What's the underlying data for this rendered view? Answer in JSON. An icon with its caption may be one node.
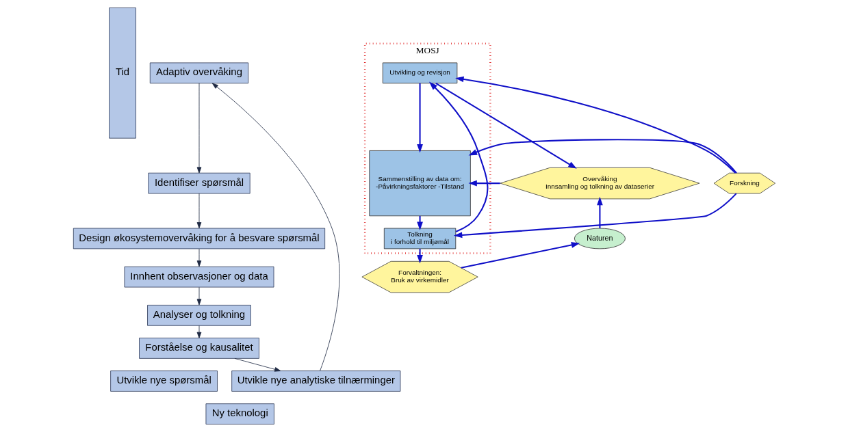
{
  "diagram": {
    "nodes": [
      {
        "text": [
          "Tid"
        ]
      },
      {
        "text": [
          "Adaptiv overvåking"
        ]
      },
      {
        "text": [
          "Identifiser spørsmål"
        ]
      },
      {
        "text": [
          "Design økosystemovervåking for å besvare spørsmål"
        ]
      },
      {
        "text": [
          "Innhent observasjoner og data"
        ]
      },
      {
        "text": [
          "Analyser og tolkning"
        ]
      },
      {
        "text": [
          "Forståelse og kausalitet"
        ]
      },
      {
        "text": [
          "Utvikle nye spørsmål"
        ]
      },
      {
        "text": [
          "Utvikle nye analytiske tilnærminger"
        ]
      },
      {
        "text": [
          "Ny teknologi"
        ]
      },
      {
        "text": [
          "MOSJ"
        ]
      },
      {
        "text": [
          "Utvikling og revisjon"
        ],
        "in": 10
      },
      {
        "text": [
          "Sammenstilling av data om:",
          "-Påvirkningsfaktorer -Tilstand"
        ],
        "in": 10
      },
      {
        "text": [
          "Tolkning",
          "i forhold til miljømål"
        ],
        "in": 10
      },
      {
        "text": [
          "Overvåking",
          "Innsamling og tolkning av dataserier"
        ]
      },
      {
        "text": [
          "Forskning"
        ]
      },
      {
        "text": [
          "Naturen"
        ]
      },
      {
        "text": [
          "Forvaltningen:",
          "Bruk av virkemidler"
        ]
      }
    ],
    "edges": [
      {
        "from": 1,
        "to": 2,
        "arrow": "to",
        "color": "#1f2a44"
      },
      {
        "from": 2,
        "to": 3,
        "arrow": "to",
        "color": "#1f2a44"
      },
      {
        "from": 3,
        "to": 4,
        "arrow": "to",
        "color": "#1f2a44"
      },
      {
        "from": 4,
        "to": 5,
        "arrow": "to",
        "color": "#1f2a44"
      },
      {
        "from": 5,
        "to": 6,
        "arrow": "to",
        "color": "#1f2a44"
      },
      {
        "from": 6,
        "to": 8,
        "arrow": "to",
        "color": "#1f2a44"
      },
      {
        "from": 8,
        "to": 1,
        "arrow": "to",
        "color": "#1f2a44"
      },
      {
        "from": 11,
        "to": 14,
        "arrow": "to"
      },
      {
        "from": 11,
        "to": 12,
        "arrow": "to"
      },
      {
        "from": 14,
        "to": 12,
        "arrow": "to"
      },
      {
        "from": 15,
        "to": 12,
        "arrow": "to"
      },
      {
        "from": 15,
        "to": 11,
        "arrow": "to"
      },
      {
        "from": 13,
        "to": 11,
        "arrow": "to"
      },
      {
        "from": 15,
        "to": 13,
        "arrow": "to"
      },
      {
        "from": 12,
        "to": 13,
        "arrow": "to"
      },
      {
        "from": 13,
        "to": 17,
        "arrow": "to"
      },
      {
        "from": 17,
        "to": 16,
        "arrow": "to"
      },
      {
        "from": 16,
        "to": 14,
        "arrow": "to"
      }
    ]
  }
}
